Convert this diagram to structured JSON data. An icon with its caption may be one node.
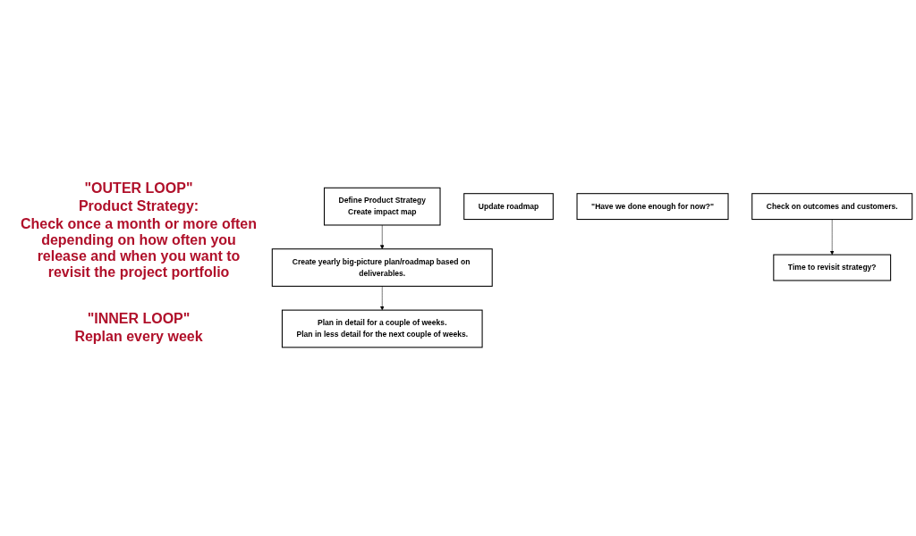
{
  "diagram": {
    "nodes": [
      {
        "text": [
          "Define Product Strategy",
          "Create impact map"
        ]
      },
      {
        "text": [
          "Create yearly big-picture plan/roadmap based on deliverables."
        ]
      },
      {
        "text": [
          "Plan in detail for a couple of weeks.",
          "Plan in less detail for the next couple of weeks."
        ]
      },
      {
        "text": [
          "Update roadmap"
        ]
      },
      {
        "text": [
          "\"Have we done enough for now?\""
        ]
      },
      {
        "text": [
          "Check on outcomes and customers."
        ]
      },
      {
        "text": [
          "Time to revisit strategy?"
        ]
      }
    ],
    "edges": [
      {
        "from": 0,
        "to": 1,
        "arrow": "to"
      },
      {
        "from": 1,
        "to": 2,
        "arrow": "to"
      },
      {
        "from": 5,
        "to": 6,
        "arrow": "to"
      }
    ],
    "labels": [
      "\"OUTER LOOP\"",
      "Product Strategy:",
      "Check once a month or more often depending on how often you release and when you want to revisit the project portfolio",
      "\"INNER LOOP\"",
      "Replan every week"
    ]
  }
}
